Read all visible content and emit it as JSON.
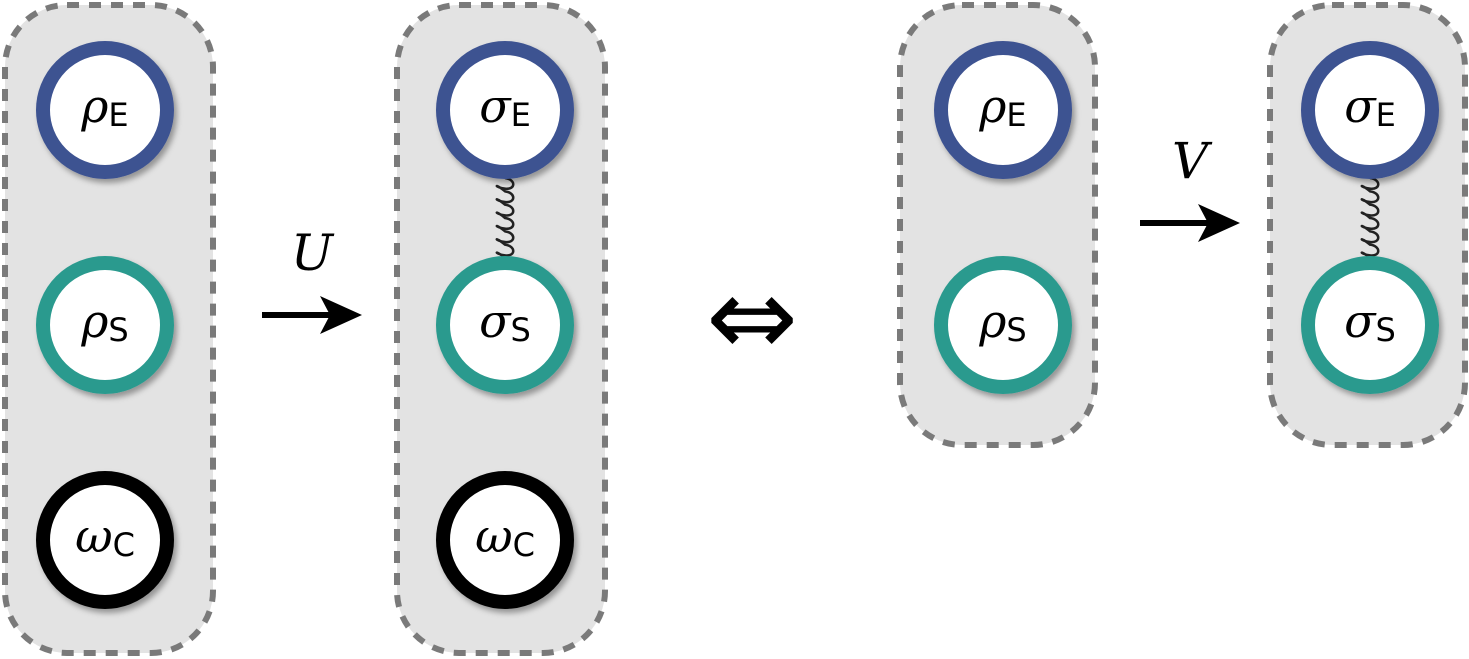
{
  "colors": {
    "environment": "#3d5291",
    "system": "#2a9a8e",
    "catalyst": "#000000",
    "group_fill": "#e3e3e3",
    "group_border": "#7a7a7a"
  },
  "panel_left_before": {
    "nodes": [
      {
        "symbol": "ρ",
        "sub": "E"
      },
      {
        "symbol": "ρ",
        "sub": "S"
      },
      {
        "symbol": "ω",
        "sub": "C"
      }
    ]
  },
  "operator_u": "U",
  "panel_left_after": {
    "nodes": [
      {
        "symbol": "σ",
        "sub": "E"
      },
      {
        "symbol": "σ",
        "sub": "S"
      },
      {
        "symbol": "ω",
        "sub": "C"
      }
    ]
  },
  "equivalence_symbol": "⇔",
  "panel_right_before": {
    "nodes": [
      {
        "symbol": "ρ",
        "sub": "E"
      },
      {
        "symbol": "ρ",
        "sub": "S"
      }
    ]
  },
  "operator_v": "V",
  "panel_right_after": {
    "nodes": [
      {
        "symbol": "σ",
        "sub": "E"
      },
      {
        "symbol": "σ",
        "sub": "S"
      }
    ]
  }
}
